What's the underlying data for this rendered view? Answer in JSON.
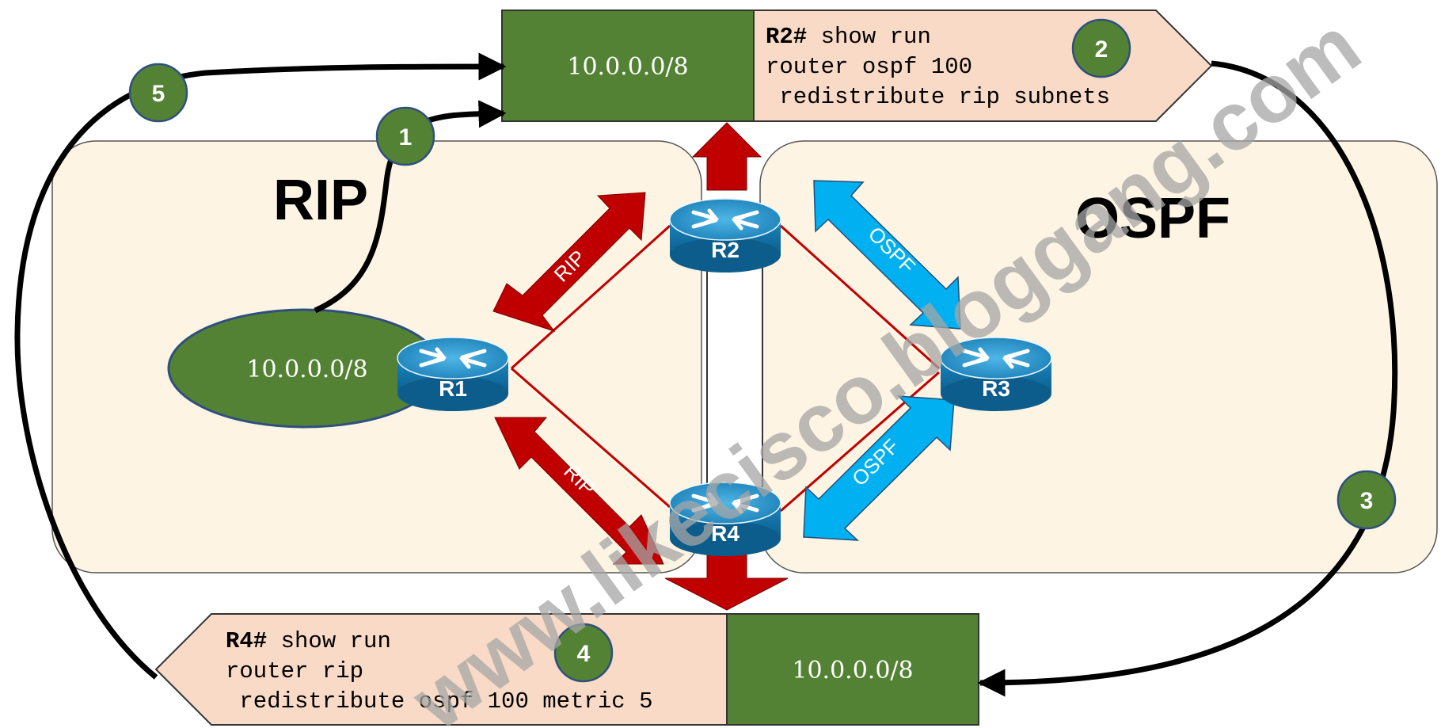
{
  "domains": {
    "rip": {
      "label": "RIP"
    },
    "ospf": {
      "label": "OSPF"
    }
  },
  "routers": {
    "r1": "R1",
    "r2": "R2",
    "r3": "R3",
    "r4": "R4"
  },
  "networks": {
    "origin": "10.0.0.0/8",
    "at_r2": "10.0.0.0/8",
    "at_r4": "10.0.0.0/8"
  },
  "link_labels": {
    "rip_top": "RIP",
    "rip_bottom": "RIP",
    "ospf_top": "OSPF",
    "ospf_bottom": "OSPF"
  },
  "r2_config": {
    "prompt": "R2#",
    "command": " show run",
    "line2": "router ospf 100",
    "line3": " redistribute rip subnets"
  },
  "r4_config": {
    "prompt": "R4#",
    "command": " show run",
    "line2": "router rip",
    "line3": " redistribute ospf 100 metric 5"
  },
  "steps": [
    "1",
    "2",
    "3",
    "4",
    "5"
  ],
  "watermark": "www.likecisco.bloggang.com",
  "colors": {
    "domain_fill": "#fdf4e3",
    "network_green": "#548235",
    "config_fill": "#f8dac6",
    "rip_arrow": "#c00000",
    "ospf_arrow": "#00b0f0",
    "router_blue": "#1e8fc6"
  }
}
